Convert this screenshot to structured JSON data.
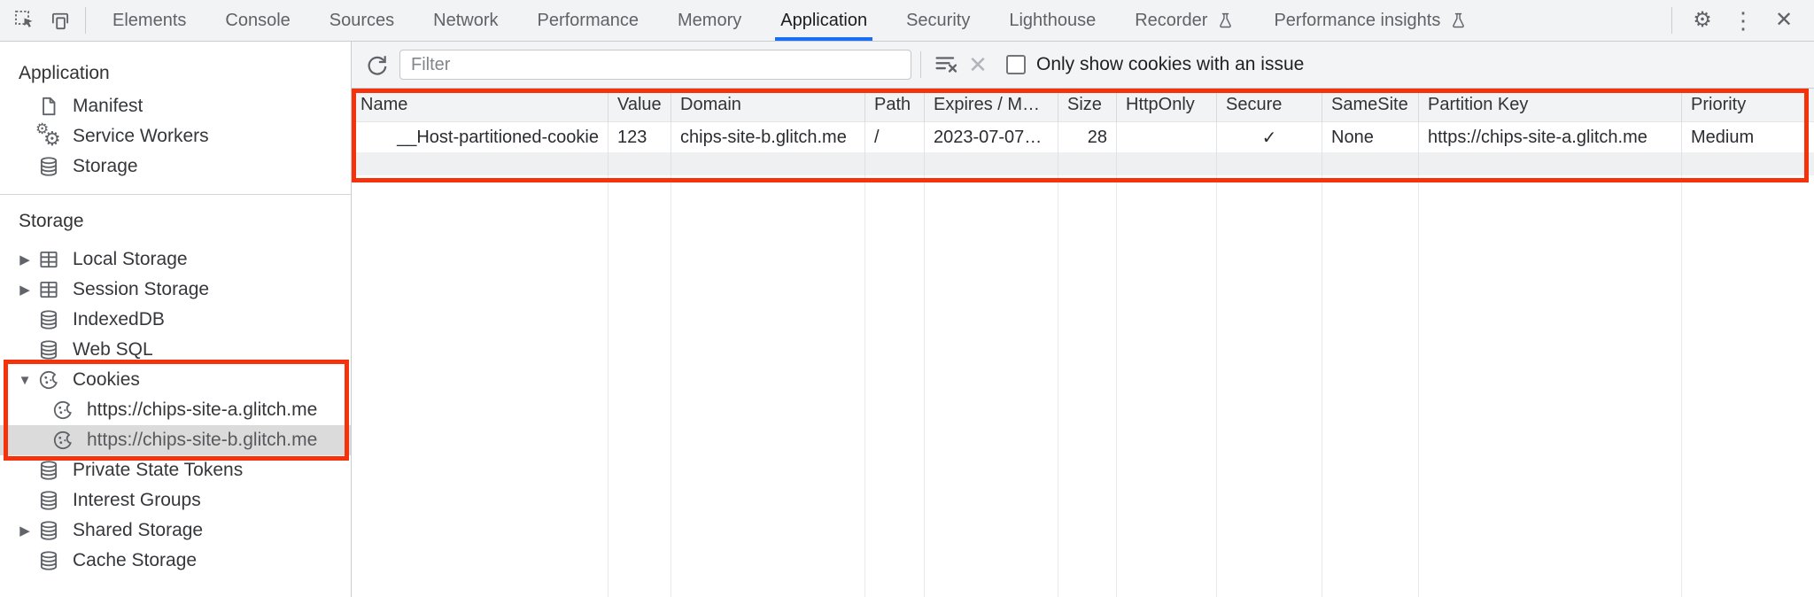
{
  "colors": {
    "annotation_red": "#f4330d",
    "accent_blue": "#1a6ef3",
    "selected_row_gray": "#dbdbdb"
  },
  "tabbar": {
    "tabs": [
      {
        "label": "Elements"
      },
      {
        "label": "Console"
      },
      {
        "label": "Sources"
      },
      {
        "label": "Network"
      },
      {
        "label": "Performance"
      },
      {
        "label": "Memory"
      },
      {
        "label": "Application",
        "active": true
      },
      {
        "label": "Security"
      },
      {
        "label": "Lighthouse"
      },
      {
        "label": "Recorder",
        "experimental": true
      },
      {
        "label": "Performance insights",
        "experimental": true
      }
    ]
  },
  "sidebar": {
    "application_section": {
      "title": "Application",
      "items": [
        {
          "label": "Manifest",
          "icon": "document-icon"
        },
        {
          "label": "Service Workers",
          "icon": "service-worker-icon"
        },
        {
          "label": "Storage",
          "icon": "database-icon"
        }
      ]
    },
    "storage_section": {
      "title": "Storage",
      "items": [
        {
          "label": "Local Storage",
          "icon": "table-icon",
          "state": "collapsed"
        },
        {
          "label": "Session Storage",
          "icon": "table-icon",
          "state": "collapsed"
        },
        {
          "label": "IndexedDB",
          "icon": "database-icon"
        },
        {
          "label": "Web SQL",
          "icon": "database-icon"
        },
        {
          "label": "Cookies",
          "icon": "cookie-icon",
          "state": "expanded"
        },
        {
          "label": "https://chips-site-a.glitch.me",
          "icon": "cookie-icon",
          "child": true
        },
        {
          "label": "https://chips-site-b.glitch.me",
          "icon": "cookie-icon",
          "child": true,
          "selected": true
        },
        {
          "label": "Private State Tokens",
          "icon": "database-icon"
        },
        {
          "label": "Interest Groups",
          "icon": "database-icon"
        },
        {
          "label": "Shared Storage",
          "icon": "database-icon",
          "state": "collapsed"
        },
        {
          "label": "Cache Storage",
          "icon": "database-icon"
        }
      ]
    }
  },
  "toolbar": {
    "filter_placeholder": "Filter",
    "filter_value": "",
    "checkbox_label": "Only show cookies with an issue",
    "checkbox_checked": false
  },
  "cookie_table": {
    "columns": [
      "Name",
      "Value",
      "Domain",
      "Path",
      "Expires / M…",
      "Size",
      "HttpOnly",
      "Secure",
      "SameSite",
      "Partition Key",
      "Priority"
    ],
    "rows": [
      {
        "cells": [
          "__Host-partitioned-cookie",
          "123",
          "chips-site-b.glitch.me",
          "/",
          "2023-07-07…",
          "28",
          "",
          "✓",
          "None",
          "https://chips-site-a.glitch.me",
          "Medium"
        ]
      }
    ]
  }
}
